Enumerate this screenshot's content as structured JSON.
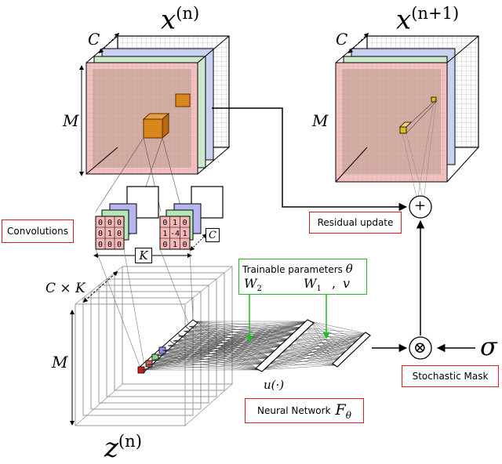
{
  "labels": {
    "convolutions": "Convolutions",
    "residual_update": "Residual update",
    "stochastic_mask": "Stochastic Mask",
    "trainable_parameters": "Trainable parameters",
    "theta": "θ",
    "w2": "W",
    "w2_sub": "2",
    "w1": "W",
    "w1_sub": "1",
    "v": "v",
    "comma": ",",
    "neural_network": "Neural Network",
    "f": "F",
    "f_sub": "θ",
    "u": "u(·)",
    "sigma": "σ",
    "plus": "+",
    "otimes": "⊗"
  },
  "math": {
    "x": "x",
    "n_sup": "(n)",
    "n1_sup": "(n+1)",
    "z": "z",
    "C": "C",
    "M": "M",
    "K": "K",
    "CxK": "C × K"
  },
  "kernels": {
    "identity": [
      [
        "0",
        "0",
        "0"
      ],
      [
        "0",
        "1",
        "0"
      ],
      [
        "0",
        "0",
        "0"
      ]
    ],
    "laplacian": [
      [
        "0",
        "1",
        "0"
      ],
      [
        "1",
        "-4",
        "1"
      ],
      [
        "0",
        "1",
        "0"
      ]
    ]
  },
  "colors": {
    "red_border": "#e02020",
    "green_border": "#22bb22",
    "channel_red": "#f4b6b6",
    "channel_green": "#b6e6b6",
    "channel_blue": "#b6b6f0",
    "cube_orange": "#d9861c",
    "cube_yellow": "#e0c020"
  }
}
